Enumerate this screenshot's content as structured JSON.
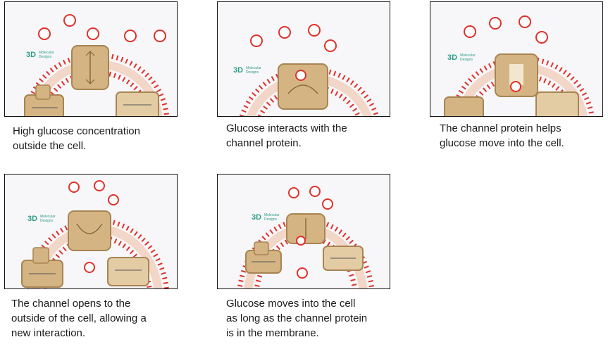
{
  "panels": [
    {
      "logo": {
        "mark": "3D",
        "line1": "Molecular",
        "line2": "Designs"
      },
      "caption": [
        "High glucose concentration",
        "outside the cell."
      ]
    },
    {
      "logo": {
        "mark": "3D",
        "line1": "Molecular",
        "line2": "Designs"
      },
      "caption": [
        "Glucose interacts with the",
        "channel protein."
      ]
    },
    {
      "logo": {
        "mark": "3D",
        "line1": "Molecular",
        "line2": "Designs"
      },
      "caption": [
        "The channel protein helps",
        "glucose move into the cell."
      ]
    },
    {
      "logo": {
        "mark": "3D",
        "line1": "Molecular",
        "line2": "Designs"
      },
      "caption": [
        "The channel opens to the",
        "outside of the cell, allowing a",
        "new interaction."
      ]
    },
    {
      "logo": {
        "mark": "3D",
        "line1": "Molecular",
        "line2": "Designs"
      },
      "caption": [
        "Glucose moves into the cell",
        "as long as the channel protein",
        "is in the membrane."
      ]
    }
  ],
  "colors": {
    "membrane_red": "#e0302a",
    "protein_tan": "#d4b483",
    "protein_edge": "#a88452",
    "logo_green": "#2f9c8a",
    "glucose_red": "#e0302a"
  }
}
